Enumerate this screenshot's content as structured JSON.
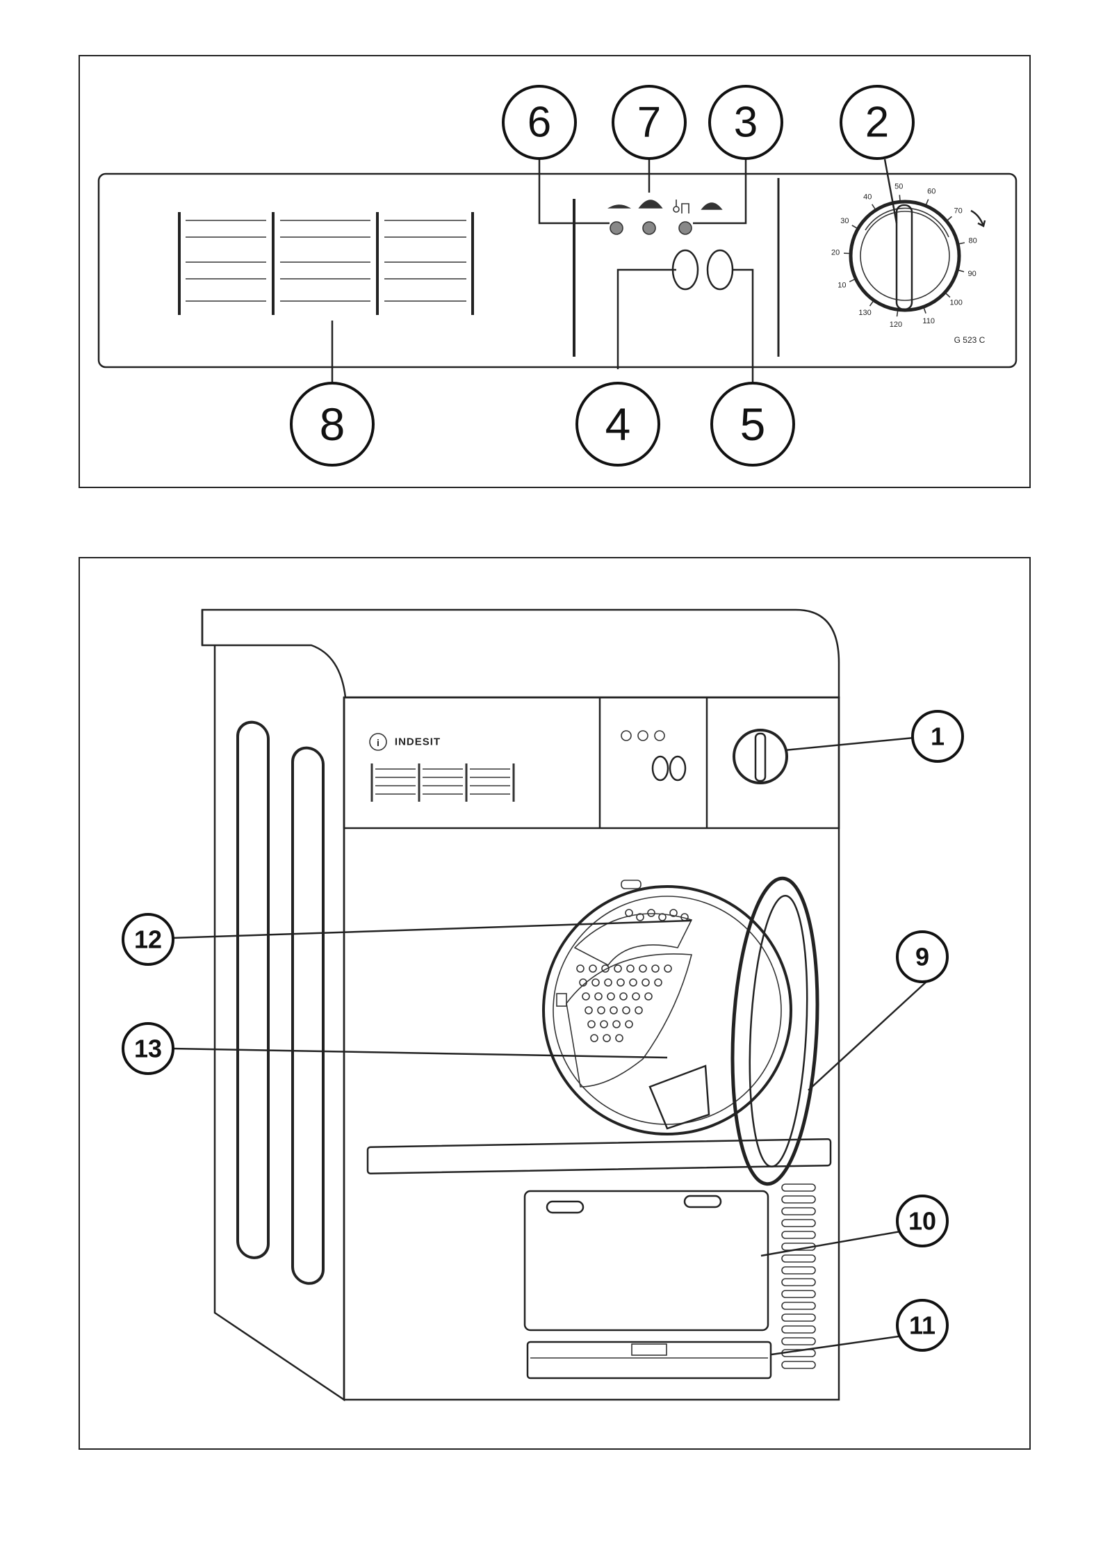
{
  "top_panel": {
    "callouts": {
      "c2": "2",
      "c3": "3",
      "c4": "4",
      "c5": "5",
      "c6": "6",
      "c7": "7",
      "c8": "8"
    },
    "dial_scale": [
      "10",
      "20",
      "30",
      "40",
      "50",
      "60",
      "70",
      "80",
      "90",
      "100",
      "110",
      "120",
      "130"
    ],
    "model_label": "G 523 C"
  },
  "bottom_panel": {
    "brand_label": "INDESIT",
    "callouts": {
      "c1": "1",
      "c9": "9",
      "c10": "10",
      "c11": "11",
      "c12": "12",
      "c13": "13"
    }
  }
}
